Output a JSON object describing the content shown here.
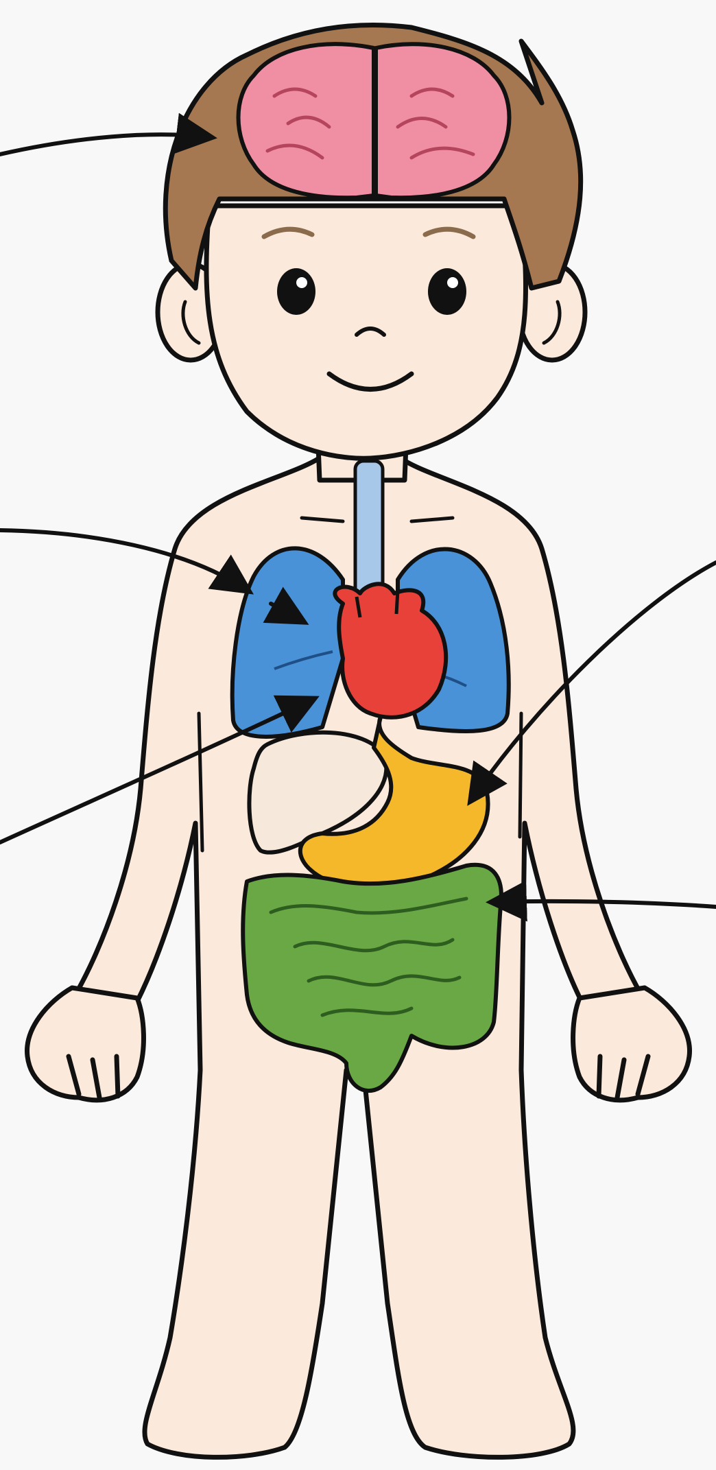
{
  "diagram": {
    "labels": [],
    "arrows": [
      {
        "target": "brain",
        "from_side": "left"
      },
      {
        "target": "lungs",
        "from_side": "left"
      },
      {
        "target": "liver",
        "from_side": "left"
      },
      {
        "target": "stomach",
        "from_side": "right"
      },
      {
        "target": "intestines",
        "from_side": "right"
      }
    ],
    "organs": [
      {
        "name": "brain-icon",
        "color": "#f08fa3"
      },
      {
        "name": "windpipe-icon",
        "color": "#a8c8ea"
      },
      {
        "name": "lungs-icon",
        "color": "#4a92d8"
      },
      {
        "name": "heart-icon",
        "color": "#e8413a"
      },
      {
        "name": "liver-icon",
        "color": "#f7e8dc"
      },
      {
        "name": "stomach-icon",
        "color": "#f4b82a"
      },
      {
        "name": "intestines-icon",
        "color": "#6aa845"
      }
    ],
    "colors": {
      "background": "#f8f8f8",
      "skin": "#fbe9db",
      "hair": "#a57852",
      "outline": "#111111"
    }
  }
}
